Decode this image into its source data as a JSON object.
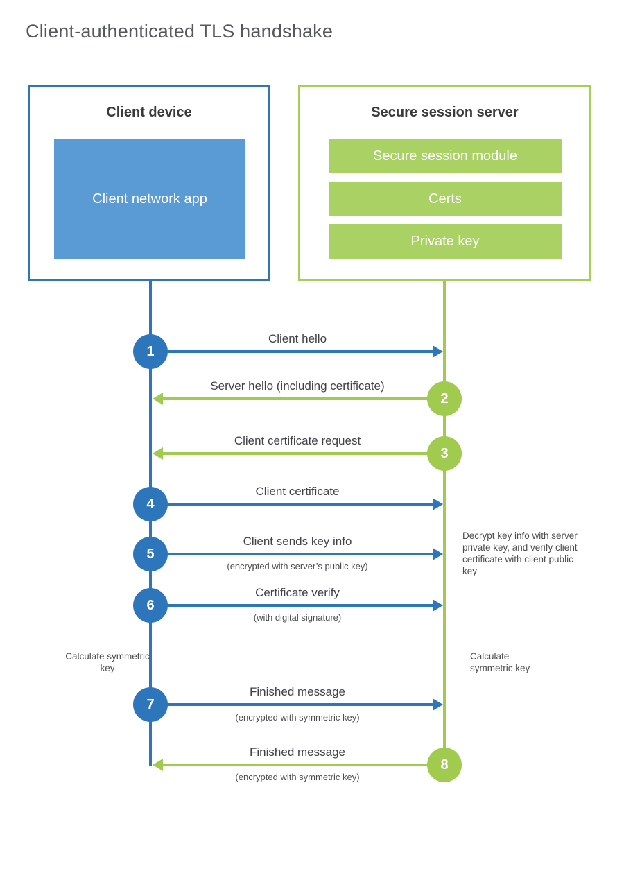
{
  "title": "Client-authenticated TLS handshake",
  "client": {
    "title": "Client device",
    "app_label": "Client network app"
  },
  "server": {
    "title": "Secure session server",
    "modules": [
      "Secure session module",
      "Certs",
      "Private key"
    ]
  },
  "steps": [
    {
      "num": "1",
      "direction": "client-to-server",
      "label": "Client hello",
      "sub": ""
    },
    {
      "num": "2",
      "direction": "server-to-client",
      "label": "Server hello (including certificate)",
      "sub": ""
    },
    {
      "num": "3",
      "direction": "server-to-client",
      "label": "Client certificate request",
      "sub": ""
    },
    {
      "num": "4",
      "direction": "client-to-server",
      "label": "Client certificate",
      "sub": ""
    },
    {
      "num": "5",
      "direction": "client-to-server",
      "label": "Client sends key info",
      "sub": "(encrypted with server’s public key)"
    },
    {
      "num": "6",
      "direction": "client-to-server",
      "label": "Certificate verify",
      "sub": "(with digital signature)"
    },
    {
      "num": "7",
      "direction": "client-to-server",
      "label": "Finished message",
      "sub": "(encrypted with symmetric key)"
    },
    {
      "num": "8",
      "direction": "server-to-client",
      "label": "Finished message",
      "sub": "(encrypted with symmetric key)"
    }
  ],
  "notes": {
    "decrypt": "Decrypt key info with server private key, and verify client certificate with client public key",
    "calc_client": "Calculate symmetric key",
    "calc_server": "Calculate symmetric key"
  },
  "colors": {
    "client_blue": "#2d76bb",
    "client_fill_blue": "#5b9bd5",
    "server_green": "#a0cb4e",
    "server_fill_green": "#a9d164",
    "title_gray": "#56575b",
    "text_gray": "#414147"
  }
}
